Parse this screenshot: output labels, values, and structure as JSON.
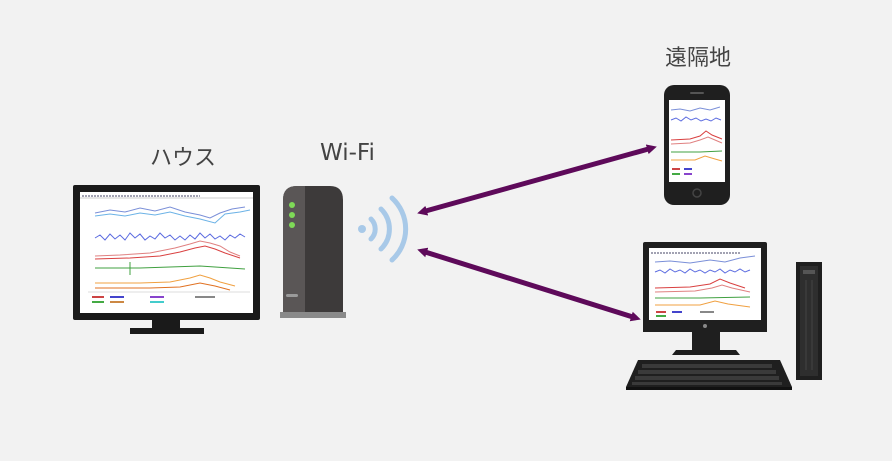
{
  "labels": {
    "house": "ハウス",
    "wifi": "Wi-Fi",
    "remote": "遠隔地"
  },
  "colors": {
    "background": "#f2f2f2",
    "arrow": "#5e0a5a",
    "wifi_waves": "#a8c9e8",
    "router_body": "#3d3a3a",
    "router_led": "#7ed957",
    "device_dark": "#1f1f1f"
  },
  "icons": [
    "desktop-monitor-icon",
    "wifi-router-icon",
    "wifi-signal-icon",
    "smartphone-icon",
    "desktop-pc-icon",
    "keyboard-icon",
    "pc-tower-icon"
  ]
}
